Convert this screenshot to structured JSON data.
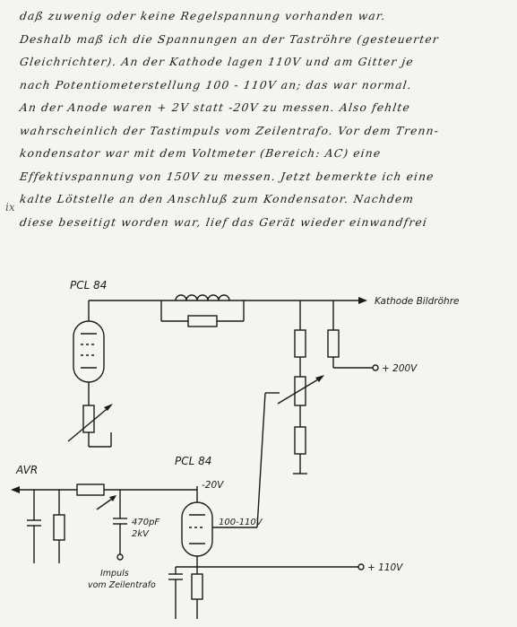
{
  "text_lines": [
    "daß zuwenig oder keine Regelspannung vorhanden war.",
    "Deshalb maß ich die Spannungen an der Taströhre (gesteuerter",
    "Gleichrichter). An der Kathode lagen 110V und am Gitter je",
    "nach Potentiometerstellung 100 - 110V an; das war normal.",
    "An der Anode waren + 2V statt -20V zu messen. Also fehlte",
    "wahrscheinlich der Tastimpuls vom Zeilentrafo. Vor dem Trenn-",
    "kondensator war mit dem Voltmeter (Bereich: AC) eine",
    "Effektivspannung von 150V zu messen. Jetzt bemerkte ich eine",
    "kalte Lötstelle an den Anschluß zum Kondensator. Nachdem",
    "diese beseitigt worden war, lief das Gerät wieder einwandfrei"
  ],
  "margin_mark": "ix",
  "schematic": {
    "tube_top_label": "PCL 84",
    "tube_bottom_label": "PCL 84",
    "kathode_label": "Kathode Bildröhre",
    "plus200_label": "+ 200V",
    "avr_label": "AVR",
    "minus20_label": "-20V",
    "grid_label": "100-110V",
    "cap_label_1": "470pF",
    "cap_label_2": "2kV",
    "impuls_label_1": "Impuls",
    "impuls_label_2": "vom Zeilentrafo",
    "plus110_label": "+ 110V"
  }
}
